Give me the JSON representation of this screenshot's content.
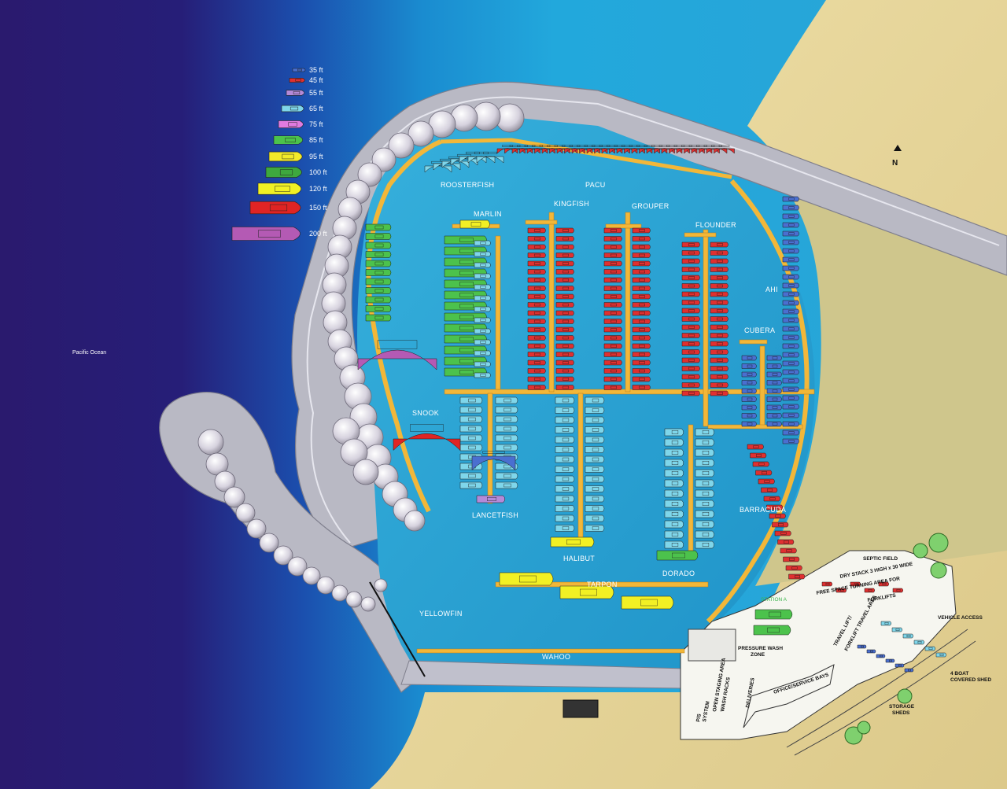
{
  "map": {
    "ocean_label": "Pacific Ocean",
    "north_label": "N",
    "legend": [
      {
        "size": "35 ft",
        "color": "#4a6fd0"
      },
      {
        "size": "45 ft",
        "color": "#e03030"
      },
      {
        "size": "55 ft",
        "color": "#b48ad8"
      },
      {
        "size": "65 ft",
        "color": "#7fd6ea"
      },
      {
        "size": "75 ft",
        "color": "#e07be0"
      },
      {
        "size": "85 ft",
        "color": "#4cc24c"
      },
      {
        "size": "95 ft",
        "color": "#f2ea2a"
      },
      {
        "size": "100 ft",
        "color": "#3ea83e"
      },
      {
        "size": "120 ft",
        "color": "#f2f024"
      },
      {
        "size": "150 ft",
        "color": "#e02424"
      },
      {
        "size": "200 ft",
        "color": "#b45ab4"
      }
    ],
    "docks": {
      "roosterfish": "ROOSTERFISH",
      "pacu": "PACU",
      "marlin": "MARLIN",
      "kingfish": "KINGFISH",
      "grouper": "GROUPER",
      "flounder": "FLOUNDER",
      "ahi": "AHI",
      "cubera": "CUBERA",
      "snook": "SNOOK",
      "lancetfish": "LANCETFISH",
      "halibut": "HALIBUT",
      "dorado": "DORADO",
      "barracuda": "BARRACUDA",
      "tarpon": "TARPON",
      "yellowfin": "YELLOWFIN",
      "wahoo": "WAHOO"
    },
    "land": {
      "septic_field": "SEPTIC FIELD",
      "dry_stack": "DRY STACK 3 HIGH x 30 WIDE",
      "free_space": "FREE SPACE TURNING AREA FOR",
      "forklifts": "FORKLIFTS",
      "vehicle_access": "VEHICLE ACCESS",
      "travel_lift": "TRAVEL LIFT/",
      "forklift_travel": "FORKLIFT TRAVEL AREA",
      "pressure_wash": "PRESSURE WASH",
      "zone": "ZONE",
      "office": "OFFICE/SERVICE BAYS",
      "four_boat": "4 BOAT",
      "covered_shed": "COVERED SHED",
      "storage": "STORAGE",
      "sheds": "SHEDS",
      "deliveries": "DELIVERIES",
      "open_staging": "OPEN STAGING AREA",
      "wash_racks": "WASH RACKS",
      "pump_station": "P/S",
      "system": "SYSTEM",
      "station_a": "STATION A"
    }
  }
}
